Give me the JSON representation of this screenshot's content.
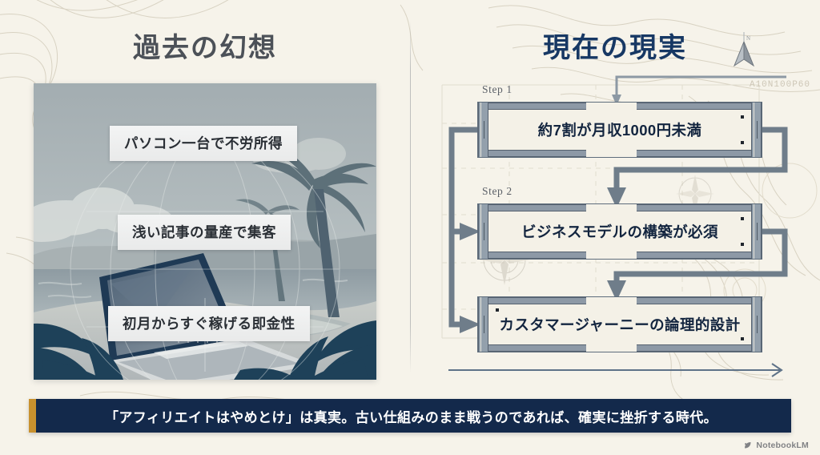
{
  "slide": {
    "background_color": "#f6f3ea",
    "divider": "vertical-rule"
  },
  "left_panel": {
    "title": "過去の幻想",
    "title_color": "#4c5158",
    "illustration": {
      "name": "beach-laptop-illustration",
      "alt": "tropical beach scene with palm trees and an open laptop"
    },
    "labels": [
      {
        "text": "パソコン一台で不労所得"
      },
      {
        "text": "浅い記事の量産で集客"
      },
      {
        "text": "初月からすぐ稼げる即金性"
      }
    ]
  },
  "right_panel": {
    "title": "現在の現実",
    "title_color": "#173864",
    "corner_code": "A10N100P60",
    "compass_icon": "north-arrow-icon",
    "steps": [
      {
        "step_label": "Step 1",
        "text": "約7割が月収1000円未満"
      },
      {
        "step_label": "Step 2",
        "text": "ビジネスモデルの構築が必須"
      },
      {
        "step_label": "",
        "text": "カスタマージャーニーの論理的設計"
      }
    ],
    "timeline_arrow": "right-arrow"
  },
  "banner": {
    "accent_color": "#c8912e",
    "background_color": "#13294b",
    "text": "「アフィリエイトはやめとけ」は真実。古い仕組みのまま戦うのであれば、確実に挫折する時代。"
  },
  "watermark": {
    "label": "NotebookLM",
    "icon": "notebooklm-icon"
  }
}
